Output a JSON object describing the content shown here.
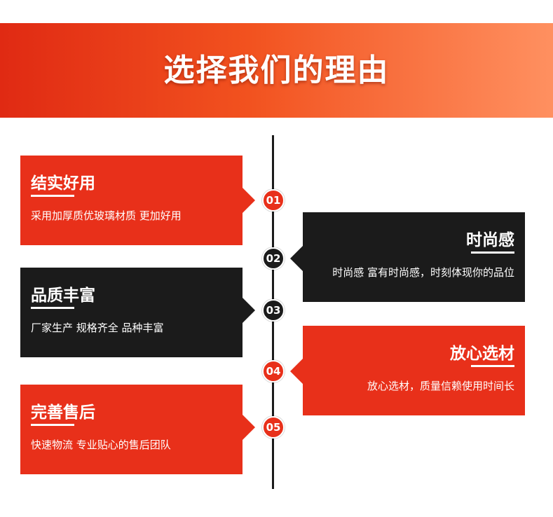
{
  "banner": {
    "title": "选择我们的理由"
  },
  "items": [
    {
      "number": "01",
      "heading": "结实好用",
      "description": "采用加厚质优玻璃材质 更加好用"
    },
    {
      "number": "02",
      "heading": "时尚感",
      "description": "时尚感 富有时尚感，时刻体现你的品位"
    },
    {
      "number": "03",
      "heading": "品质丰富",
      "description": "厂家生产  规格齐全 品种丰富"
    },
    {
      "number": "04",
      "heading": "放心选材",
      "description": "放心选材，质量信赖使用时间长"
    },
    {
      "number": "05",
      "heading": "完善售后",
      "description": "快速物流 专业贴心的售后团队"
    }
  ],
  "colors": {
    "red": "#e8301a",
    "black": "#1b1b1b",
    "banner_start": "#e02a13",
    "banner_end": "#ff9060"
  }
}
